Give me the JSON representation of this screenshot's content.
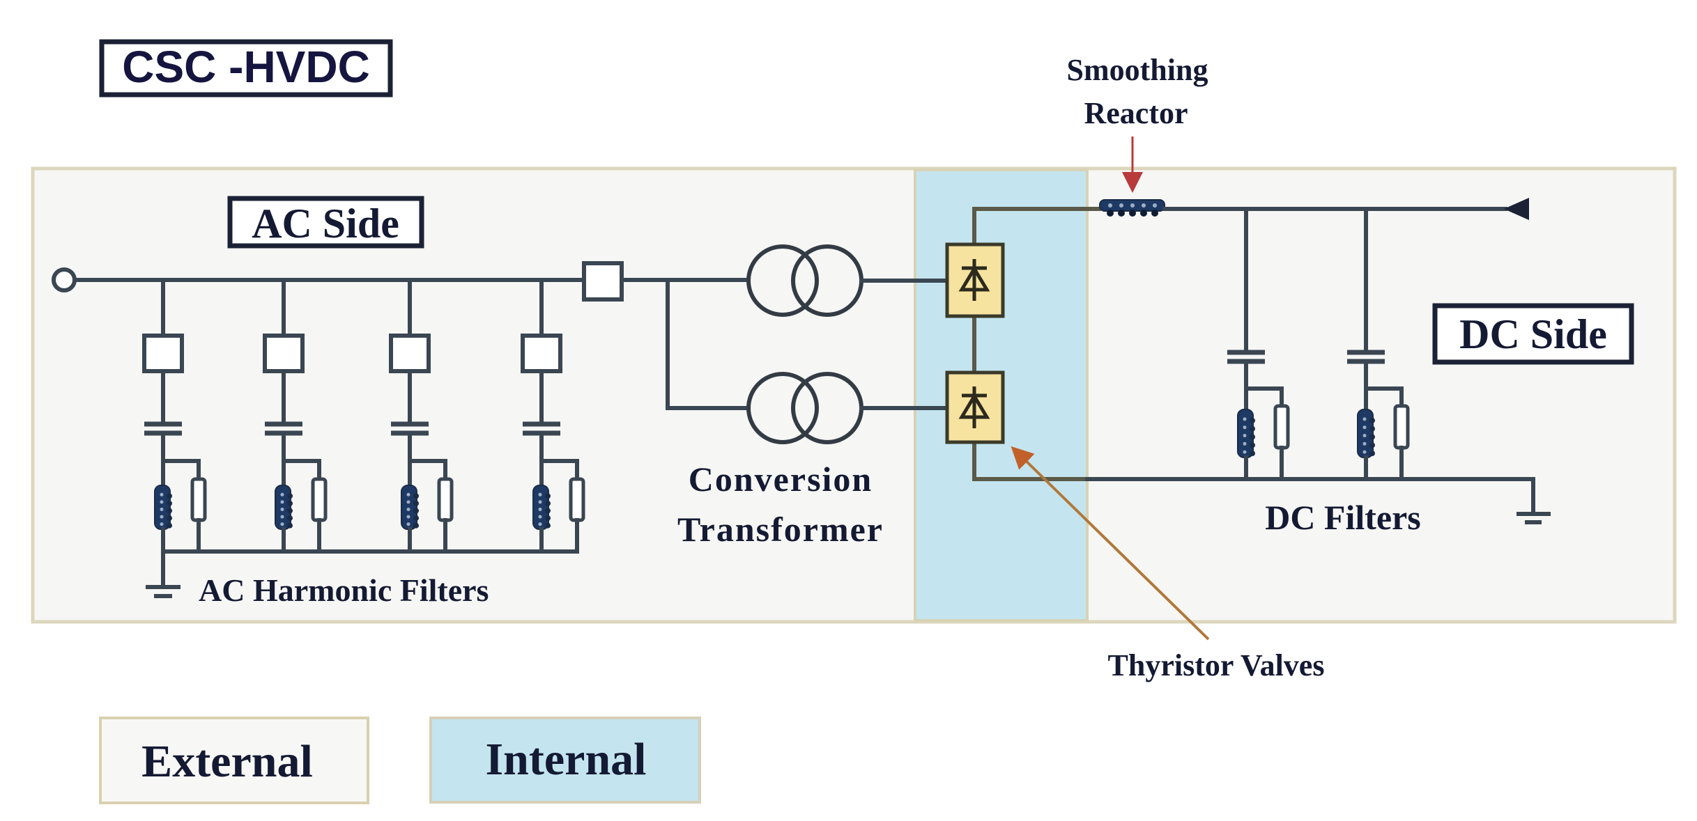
{
  "title": "CSC -HVDC",
  "regions": {
    "ac_side_label": "AC Side",
    "dc_side_label": "DC Side"
  },
  "labels": {
    "ac_filters": "AC Harmonic Filters",
    "conversion_transformer_line1": "Conversion",
    "conversion_transformer_line2": "Transformer",
    "smoothing_reactor_line1": "Smoothing",
    "smoothing_reactor_line2": "Reactor",
    "thyristor_valves": "Thyristor Valves",
    "dc_filters": "DC Filters"
  },
  "legend": [
    {
      "label": "External",
      "color": "#f7f7f5"
    },
    {
      "label": "Internal",
      "color": "#c4e5ef"
    }
  ],
  "colors": {
    "external_fill": "#f6f6f4",
    "internal_fill": "#c4e5ef",
    "panel_border": "#dcd6bd",
    "valve_fill": "#f6e3a0",
    "reactor_arrow": "#b83a3a",
    "valve_arrow": "#b0783a"
  },
  "components": {
    "ac_filter_branches": 4,
    "dc_filter_branches": 2,
    "converter_transformers": 2,
    "thyristor_valves": 2
  }
}
